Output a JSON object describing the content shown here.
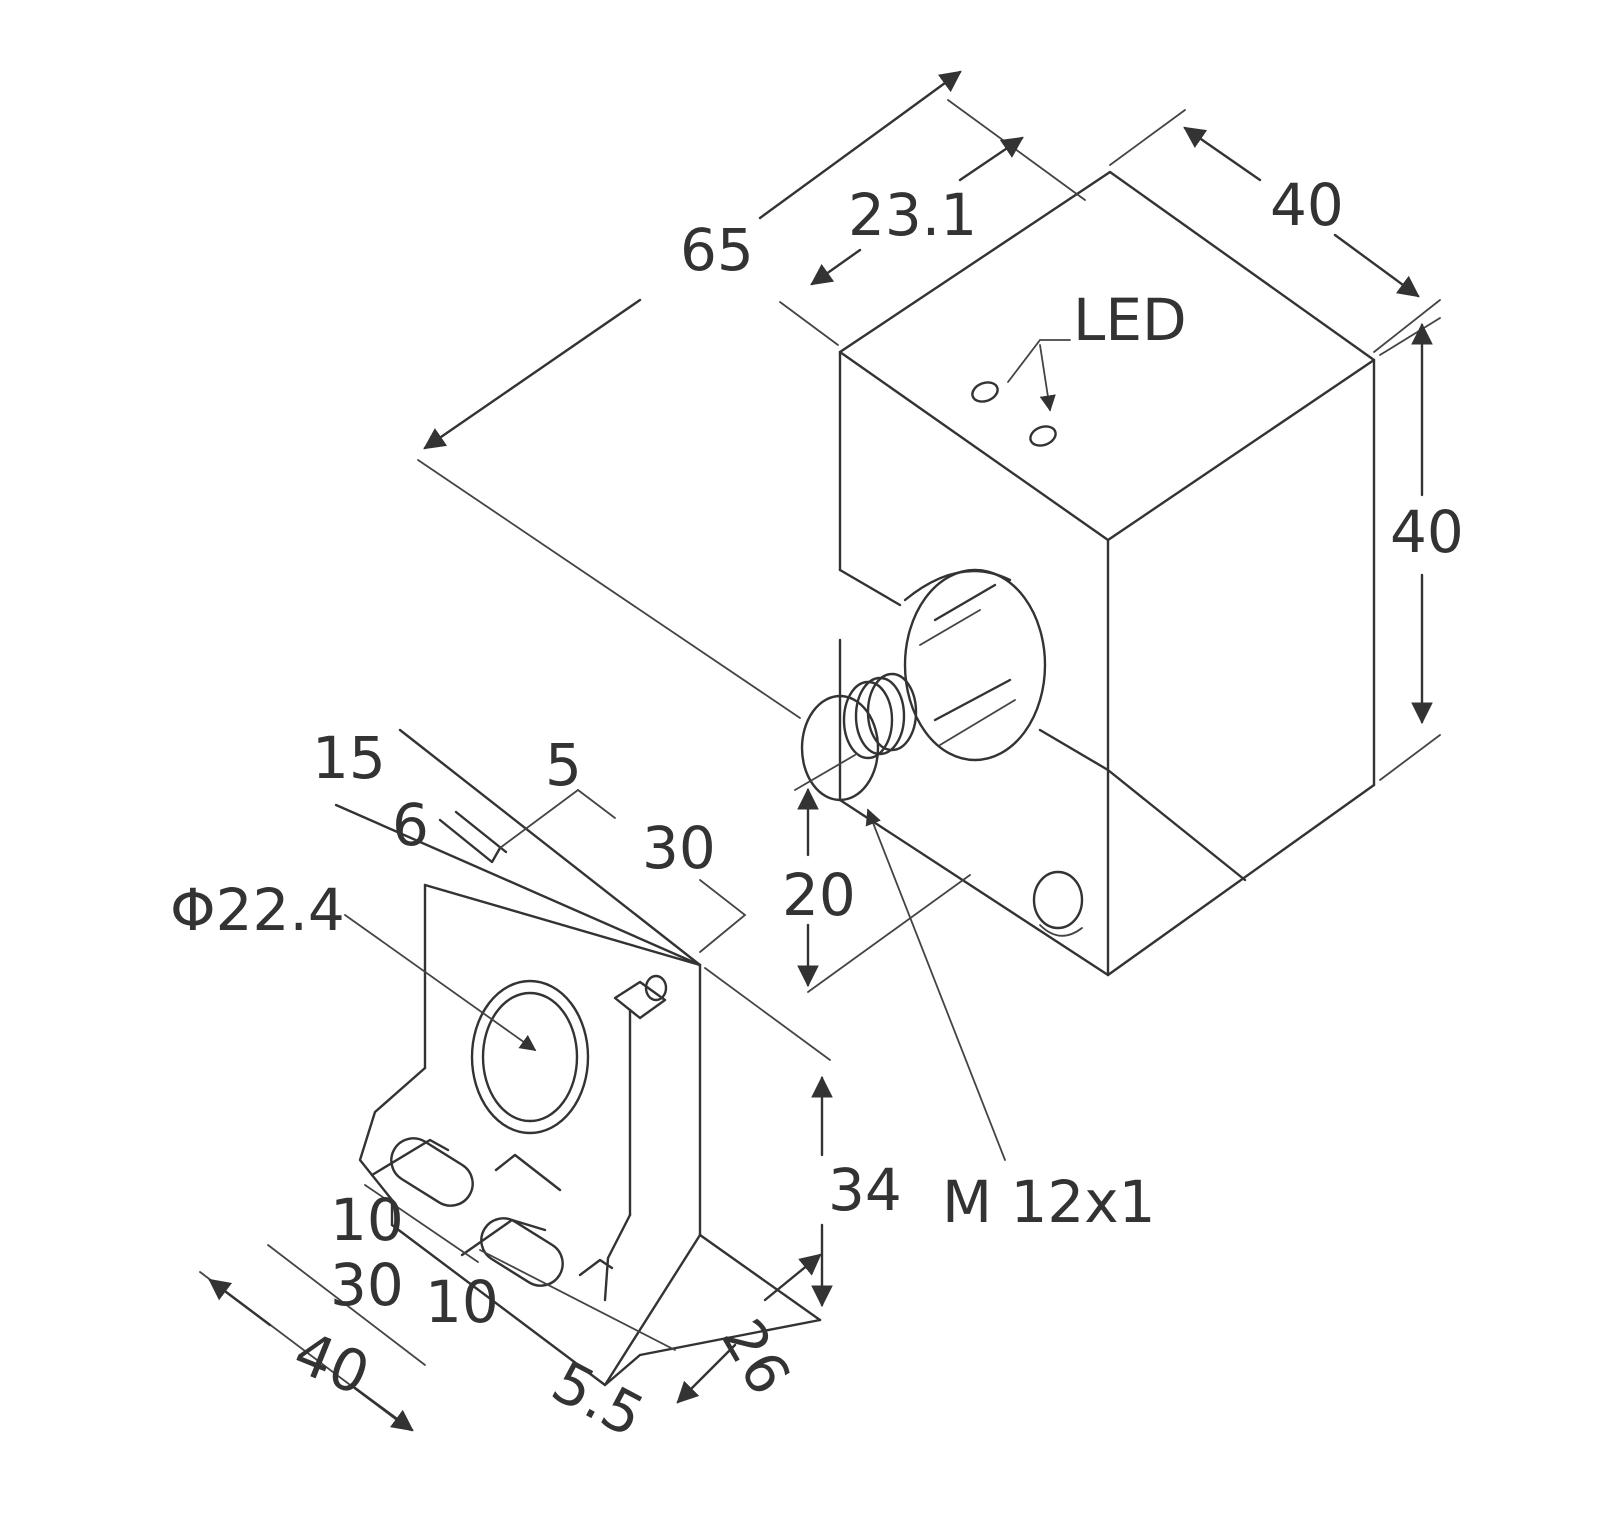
{
  "colors": {
    "line": "#333333",
    "background": "#ffffff"
  },
  "sensor": {
    "length": "65",
    "head_depth": "23.1",
    "width": "40",
    "height": "40",
    "led": "LED",
    "connector_offset": "20",
    "thread": "M 12x1"
  },
  "bracket": {
    "dim_15": "15",
    "dim_6": "6",
    "dim_5": "5",
    "dim_30_top": "30",
    "bore": "Φ22.4",
    "height": "34",
    "slot_10_a": "10",
    "slot_30": "30",
    "slot_10_b": "10",
    "width_40": "40",
    "hole_5_5": "5.5",
    "depth_26": "26"
  }
}
